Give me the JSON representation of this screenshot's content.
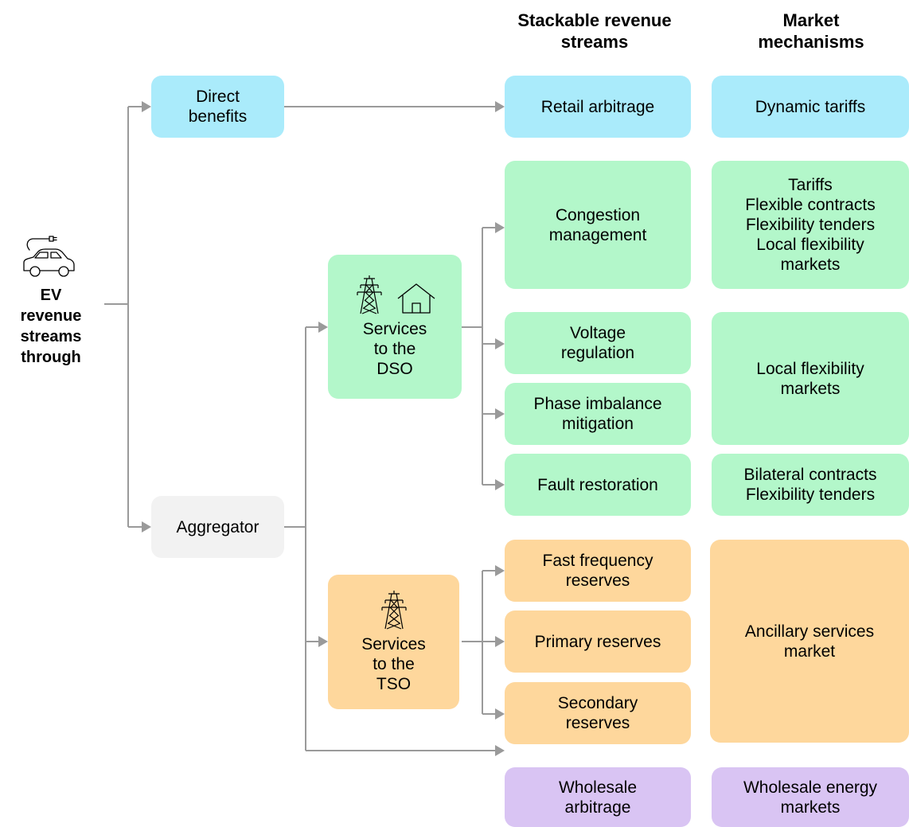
{
  "headers": {
    "revenue_streams": "Stackable revenue\nstreams",
    "market_mechanisms": "Market\nmechanisms"
  },
  "source": {
    "icon": "ev-car-charging-icon",
    "label": "EV\nrevenue\nstreams\nthrough"
  },
  "level1": {
    "direct_benefits": "Direct\nbenefits",
    "aggregator": "Aggregator"
  },
  "level2": {
    "dso": {
      "label": "Services\nto the\nDSO",
      "icons": [
        "transmission-tower-icon",
        "house-icon"
      ]
    },
    "tso": {
      "label": "Services\nto the\nTSO",
      "icons": [
        "transmission-tower-icon"
      ]
    }
  },
  "revenue_streams": {
    "retail_arbitrage": "Retail arbitrage",
    "congestion_management": "Congestion\nmanagement",
    "voltage_regulation": "Voltage\nregulation",
    "phase_imbalance_mitigation": "Phase imbalance\nmitigation",
    "fault_restoration": "Fault restoration",
    "fast_frequency_reserves": "Fast frequency\nreserves",
    "primary_reserves": "Primary reserves",
    "secondary_reserves": "Secondary\nreserves",
    "wholesale_arbitrage": "Wholesale\narbitrage"
  },
  "market_mechanisms": {
    "dynamic_tariffs": "Dynamic tariffs",
    "congestion_markets": "Tariffs\nFlexible contracts\nFlexibility tenders\nLocal flexibility\nmarkets",
    "local_flexibility_markets": "Local flexibility\nmarkets",
    "fault_markets": "Bilateral contracts\nFlexibility tenders",
    "ancillary_services": "Ancillary services\nmarket",
    "wholesale_energy": "Wholesale energy\nmarkets"
  },
  "colors": {
    "direct": "#aaebfb",
    "dso": "#b3f7ca",
    "aggregator": "#f2f2f2",
    "tso": "#fed79c",
    "wholesale": "#d9c4f3",
    "connector": "#9a9a9a"
  }
}
